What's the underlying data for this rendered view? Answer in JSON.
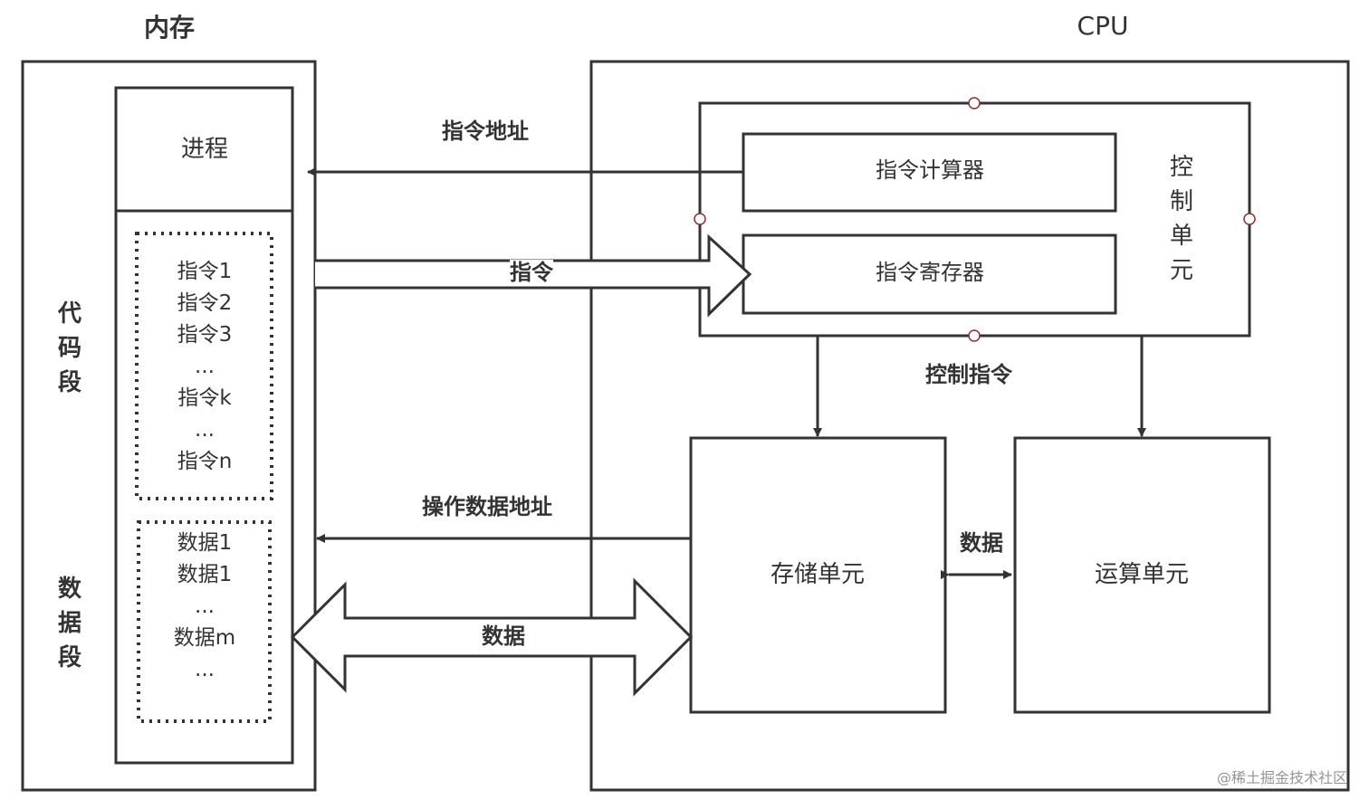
{
  "colors": {
    "stroke": "#333333",
    "port": "#9b2a2a",
    "background": "#ffffff",
    "watermark": "#8a8a8a"
  },
  "memory": {
    "title": "内存",
    "process_label": "进程",
    "code_segment_label": [
      "代",
      "码",
      "段"
    ],
    "data_segment_label": [
      "数",
      "据",
      "段"
    ],
    "instructions": [
      "指令1",
      "指令2",
      "指令3",
      "...",
      "指令k",
      "...",
      "指令n"
    ],
    "data_items": [
      "数据1",
      "数据1",
      "...",
      "数据m",
      "..."
    ]
  },
  "cpu": {
    "title": "CPU",
    "control_unit_label": [
      "控",
      "制",
      "单",
      "元"
    ],
    "program_counter_label": "指令计算器",
    "instruction_register_label": "指令寄存器",
    "storage_unit_label": "存储单元",
    "alu_label": "运算单元"
  },
  "connections": {
    "instruction_address": "指令地址",
    "instruction": "指令",
    "control_instruction": "控制指令",
    "operand_address": "操作数据地址",
    "data_bus": "数据",
    "internal_data": "数据"
  },
  "watermark": "@稀土掘金技术社区"
}
